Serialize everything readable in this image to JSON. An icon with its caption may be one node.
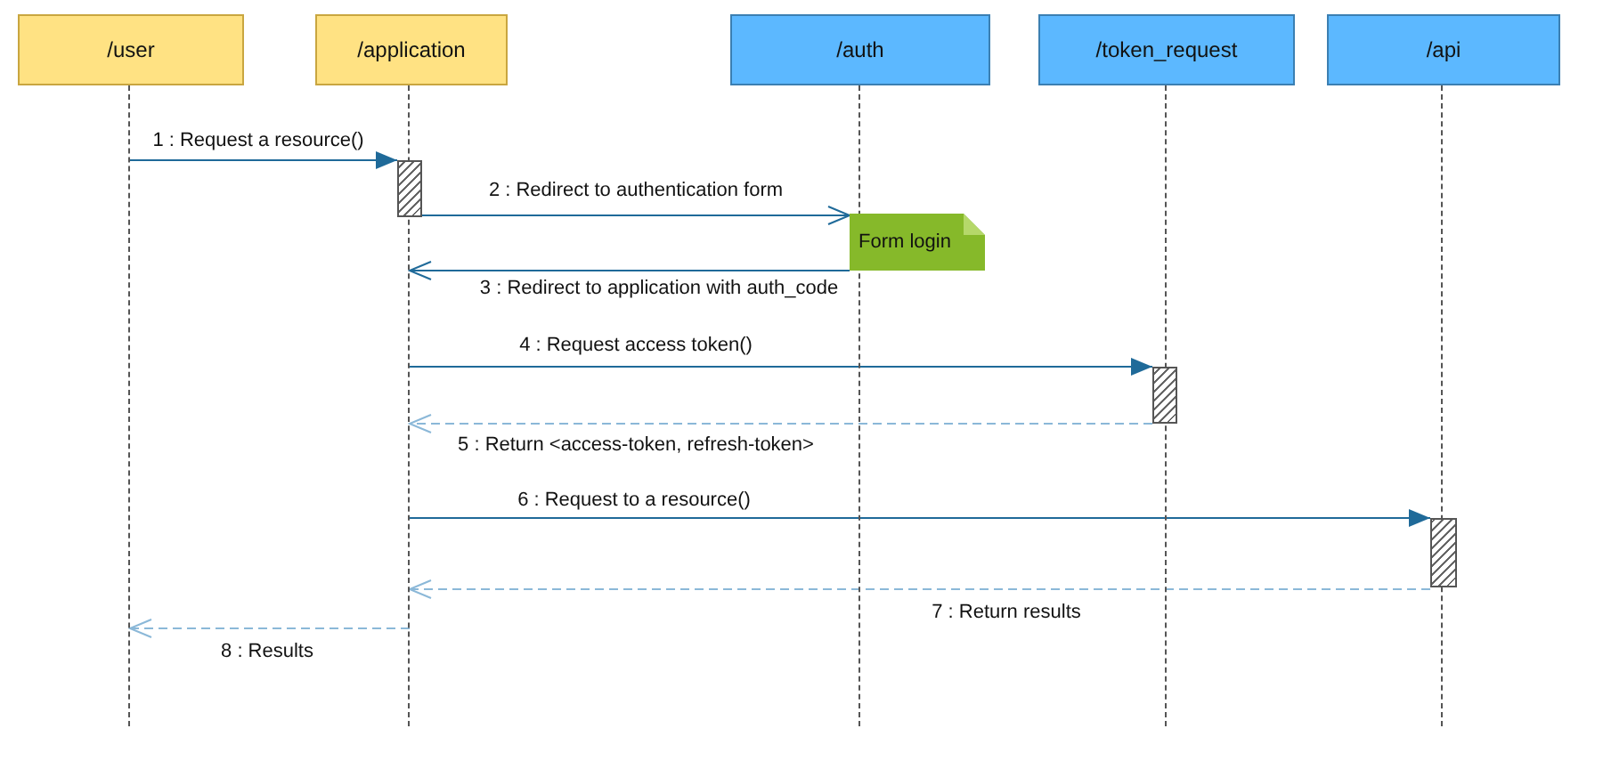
{
  "diagram": {
    "nodes": [
      {
        "text": [
          "/user"
        ]
      },
      {
        "text": [
          "/application"
        ]
      },
      {
        "text": [
          "/auth"
        ]
      },
      {
        "text": [
          "/token_request"
        ]
      },
      {
        "text": [
          "/api"
        ]
      },
      {
        "text": [],
        "shape": "lifeline"
      },
      {
        "text": [],
        "shape": "lifeline"
      },
      {
        "text": [],
        "shape": "lifeline"
      },
      {
        "text": [],
        "shape": "lifeline"
      },
      {
        "text": [],
        "shape": "lifeline"
      },
      {
        "text": [],
        "shape": "bar"
      },
      {
        "text": [],
        "shape": "bar"
      },
      {
        "text": [],
        "shape": "bar"
      },
      {
        "text": [
          "Form login"
        ]
      }
    ],
    "edges": [
      {
        "from": 5,
        "to": 10,
        "arrow": "to",
        "label": "1 : Request a resource()"
      },
      {
        "from": 10,
        "to": 13,
        "arrow": "to",
        "label": "2 : Redirect to authentication form"
      },
      {
        "from": 13,
        "to": 6,
        "arrow": "to",
        "label": "3 : Redirect to application with auth_code"
      },
      {
        "from": 6,
        "to": 11,
        "arrow": "to",
        "label": "4 : Request access token()"
      },
      {
        "from": 11,
        "to": 6,
        "arrow": "to",
        "label": "5 : Return <access-token, refresh-token>",
        "style": "dashed",
        "color": "#8bb8d8"
      },
      {
        "from": 6,
        "to": 12,
        "arrow": "to",
        "label": "6 : Request to a resource()"
      },
      {
        "from": 12,
        "to": 6,
        "arrow": "to",
        "label": "7 : Return results",
        "style": "dashed",
        "color": "#8bb8d8"
      },
      {
        "from": 6,
        "to": 5,
        "arrow": "to",
        "label": "8 : Results",
        "style": "dashed",
        "color": "#8bb8d8"
      }
    ]
  }
}
